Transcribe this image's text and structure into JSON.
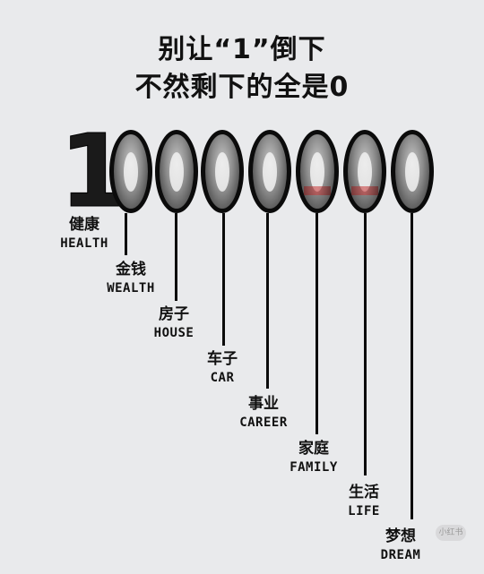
{
  "title": {
    "line1": "别让“1”倒下",
    "line2": "不然剩下的全是0"
  },
  "number": {
    "one": "1",
    "zeros": [
      "0",
      "0",
      "0",
      "0",
      "0",
      "0",
      "0"
    ]
  },
  "labels": [
    {
      "cn": "健康",
      "en": "HEALTH"
    },
    {
      "cn": "金钱",
      "en": "WEALTH"
    },
    {
      "cn": "房子",
      "en": "HOUSE"
    },
    {
      "cn": "车子",
      "en": "CAR"
    },
    {
      "cn": "事业",
      "en": "CAREER"
    },
    {
      "cn": "家庭",
      "en": "FAMILY"
    },
    {
      "cn": "生活",
      "en": "LIFE"
    },
    {
      "cn": "梦想",
      "en": "DREAM"
    }
  ],
  "watermark": "小红书",
  "colors": {
    "background": "#e9eaec",
    "ink": "#111111",
    "accent": "#c0392b"
  }
}
